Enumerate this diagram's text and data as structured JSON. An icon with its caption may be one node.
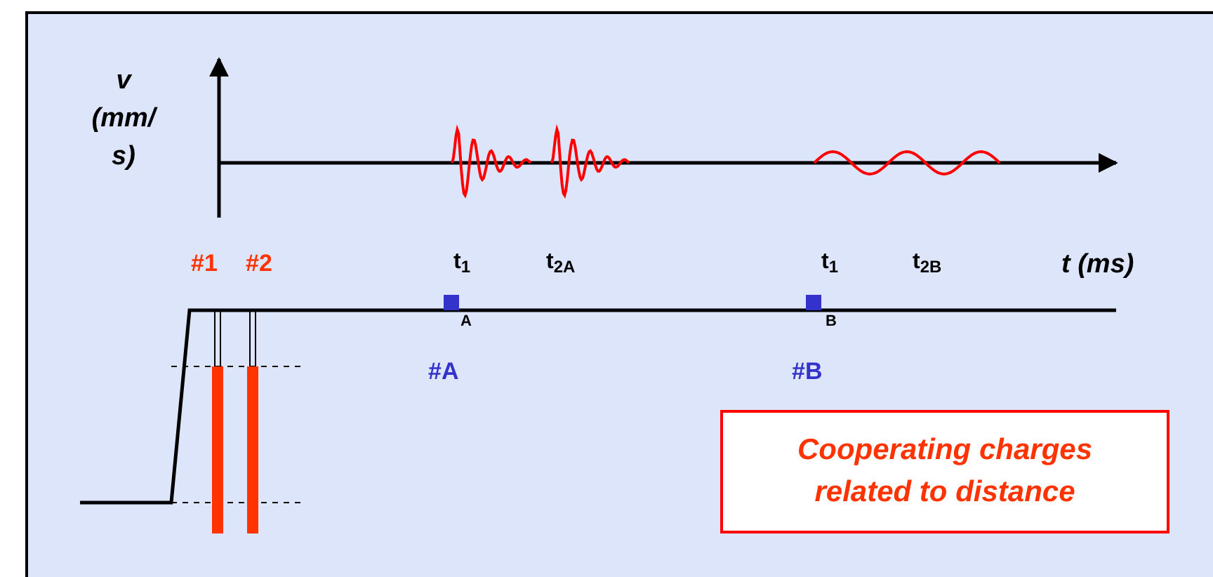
{
  "diagram": {
    "nodes": [
      {
        "text": [
          "Cooperating charges related to distance"
        ]
      }
    ],
    "labels": [
      "v",
      "(mm/ s)",
      "#1",
      "#2",
      "t$_{1}$",
      "t$_{2A}$",
      "t$_{1}$",
      "t$_{2B}$",
      "t (ms)",
      "A",
      "B",
      "#A",
      "#B"
    ]
  }
}
